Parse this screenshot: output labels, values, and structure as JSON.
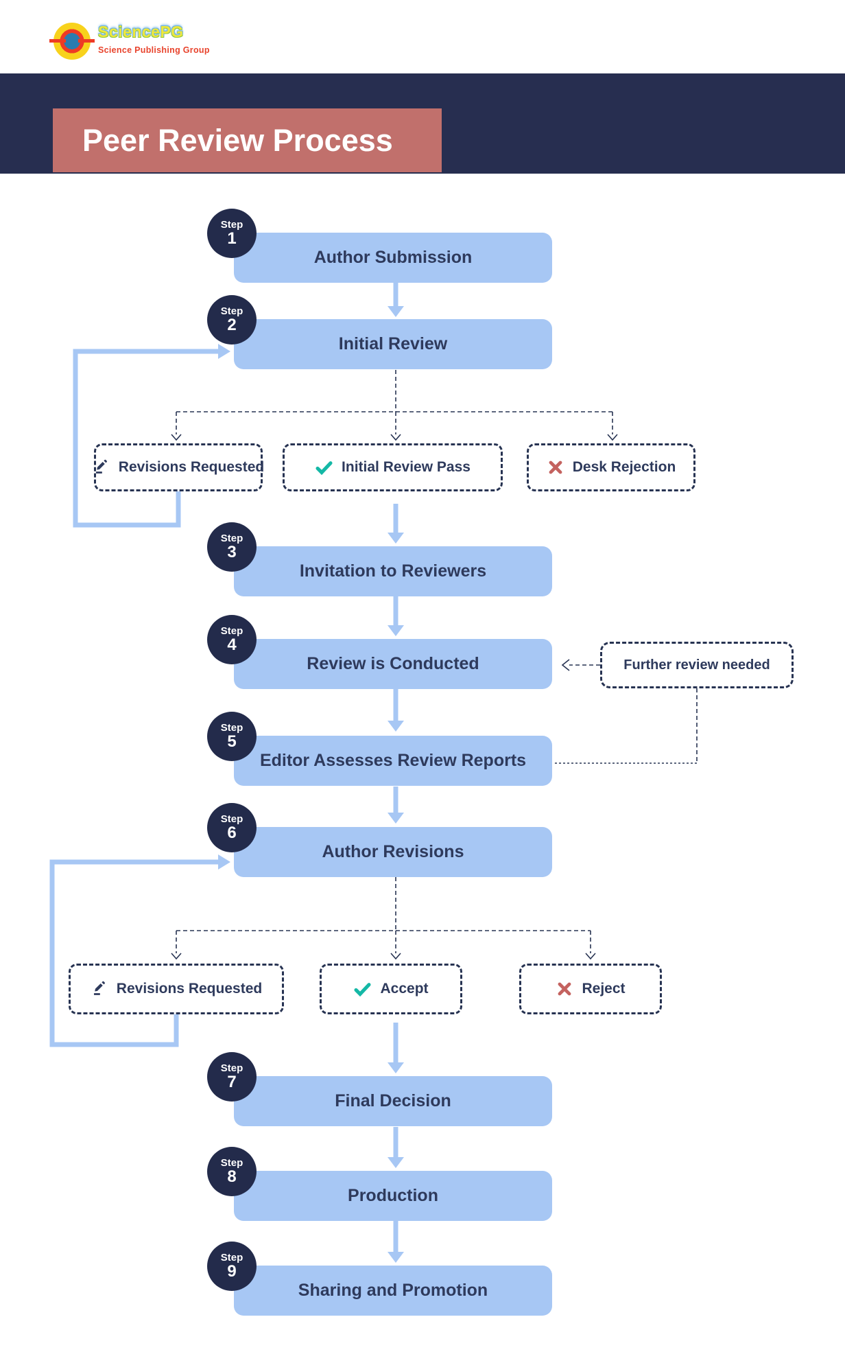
{
  "logo": {
    "brand": "SciencePG",
    "tagline": "Science Publishing Group"
  },
  "banner": {
    "title": "Peer Review Process"
  },
  "steps": [
    {
      "label": "Step",
      "number": "1",
      "title": "Author Submission"
    },
    {
      "label": "Step",
      "number": "2",
      "title": "Initial Review"
    },
    {
      "label": "Step",
      "number": "3",
      "title": "Invitation to Reviewers"
    },
    {
      "label": "Step",
      "number": "4",
      "title": "Review is Conducted"
    },
    {
      "label": "Step",
      "number": "5",
      "title": "Editor Assesses Review Reports"
    },
    {
      "label": "Step",
      "number": "6",
      "title": "Author Revisions"
    },
    {
      "label": "Step",
      "number": "7",
      "title": "Final Decision"
    },
    {
      "label": "Step",
      "number": "8",
      "title": "Production"
    },
    {
      "label": "Step",
      "number": "9",
      "title": "Sharing and Promotion"
    }
  ],
  "initial_review_outcomes": [
    {
      "label": "Revisions Requested",
      "icon": "pencil-icon"
    },
    {
      "label": "Initial Review Pass",
      "icon": "check-icon"
    },
    {
      "label": "Desk Rejection",
      "icon": "x-icon"
    }
  ],
  "decision_outcomes": [
    {
      "label": "Revisions Requested",
      "icon": "pencil-icon"
    },
    {
      "label": "Accept",
      "icon": "check-icon"
    },
    {
      "label": "Reject",
      "icon": "x-icon"
    }
  ],
  "side_note": {
    "label": "Further review needed"
  },
  "colors": {
    "banner_navy": "#272e50",
    "title_rose": "#c1706c",
    "box_blue": "#a7c7f4",
    "text_navy": "#2e3a5c",
    "circle_navy": "#232b4b",
    "dash_navy": "#273352",
    "check_teal": "#14b8a6",
    "reject_red": "#c4625f"
  }
}
